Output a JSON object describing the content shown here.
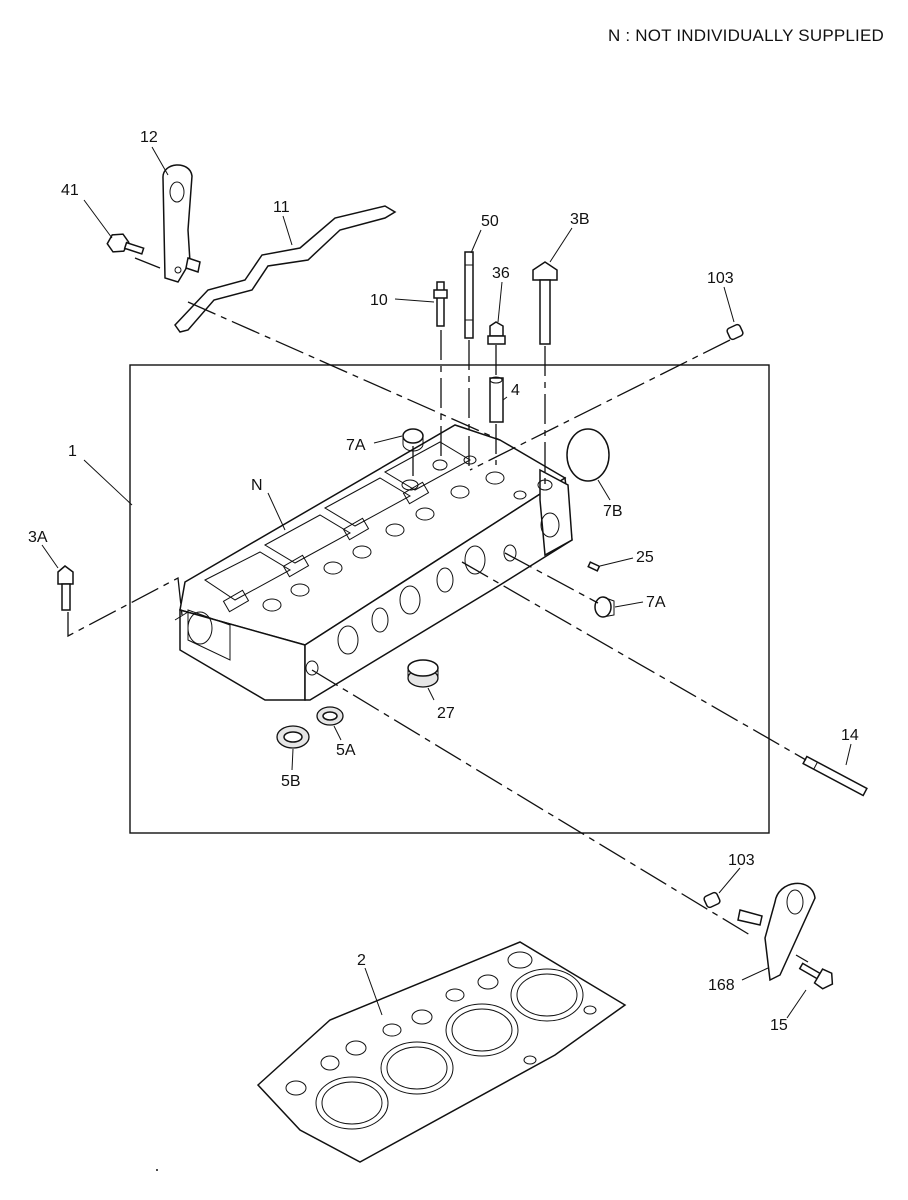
{
  "note": "N : NOT INDIVIDUALLY SUPPLIED",
  "labels": {
    "p1": "1",
    "p2": "2",
    "p3a": "3A",
    "p3b": "3B",
    "p4": "4",
    "p5a": "5A",
    "p5b": "5B",
    "p7a_top": "7A",
    "p7a_right": "7A",
    "p7b": "7B",
    "p10": "10",
    "p11": "11",
    "p12": "12",
    "p14": "14",
    "p15": "15",
    "p25": "25",
    "p27": "27",
    "p36": "36",
    "p41": "41",
    "p50": "50",
    "p103_top": "103",
    "p103_bottom": "103",
    "p168": "168",
    "pN": "N"
  }
}
